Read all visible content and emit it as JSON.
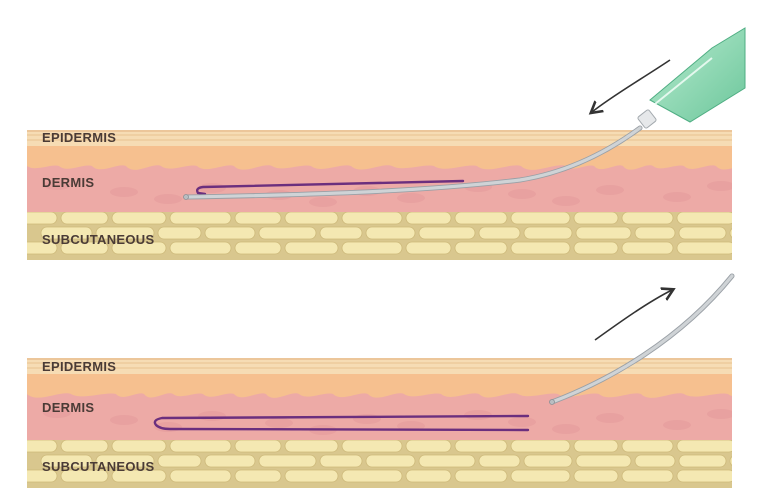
{
  "panels": [
    {
      "id": "insertion",
      "labels": {
        "epidermis": "EPIDERMIS",
        "dermis": "DERMIS",
        "subcutaneous": "SUBCUTANEOUS"
      },
      "arrow_direction": "insert",
      "thread_state": "attached-to-needle"
    },
    {
      "id": "withdrawal",
      "labels": {
        "epidermis": "EPIDERMIS",
        "dermis": "DERMIS",
        "subcutaneous": "SUBCUTANEOUS"
      },
      "arrow_direction": "withdraw",
      "thread_state": "left-in-dermis"
    }
  ],
  "colors": {
    "epidermis": "#f6dcb4",
    "epidermis_line": "#e8c28f",
    "dermis_top": "#f6c08f",
    "dermis": "#edaaa6",
    "subcutaneous_bg": "#d9c78e",
    "fat_cell": "#f4e8b2",
    "thread": "#6b2f7e",
    "needle": "#cfd3d6",
    "hub": "#8fd9b3",
    "arrow": "#333333",
    "label": "#4a3b36"
  }
}
